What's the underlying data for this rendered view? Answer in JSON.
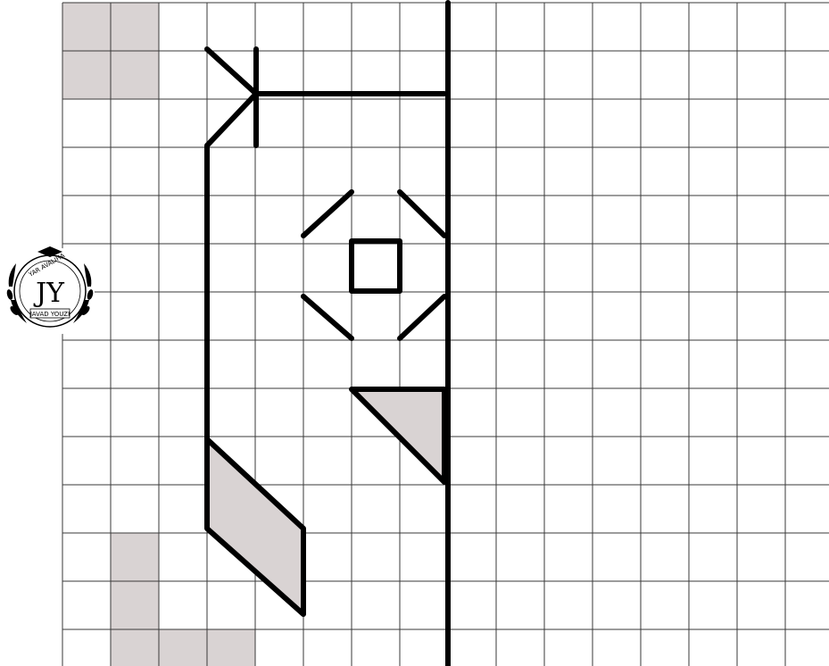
{
  "grid": {
    "columns": 16,
    "rows": 14,
    "line_color": "#3a3a3a",
    "shade_color": "#d9d3d3",
    "ink_color": "#000000"
  },
  "shaded_cells": [
    {
      "col": 0,
      "row": 0
    },
    {
      "col": 1,
      "row": 0
    },
    {
      "col": 0,
      "row": 1
    },
    {
      "col": 1,
      "row": 1
    },
    {
      "col": 1,
      "row": 11
    },
    {
      "col": 1,
      "row": 12
    },
    {
      "col": 1,
      "row": 13
    },
    {
      "col": 2,
      "row": 13
    },
    {
      "col": 3,
      "row": 13
    }
  ],
  "mirror_axis": {
    "col": 8
  },
  "seal": {
    "top_text": "YAR AVALIHA",
    "bottom_text": "JAVAD YOUZI",
    "monogram": "JY"
  }
}
